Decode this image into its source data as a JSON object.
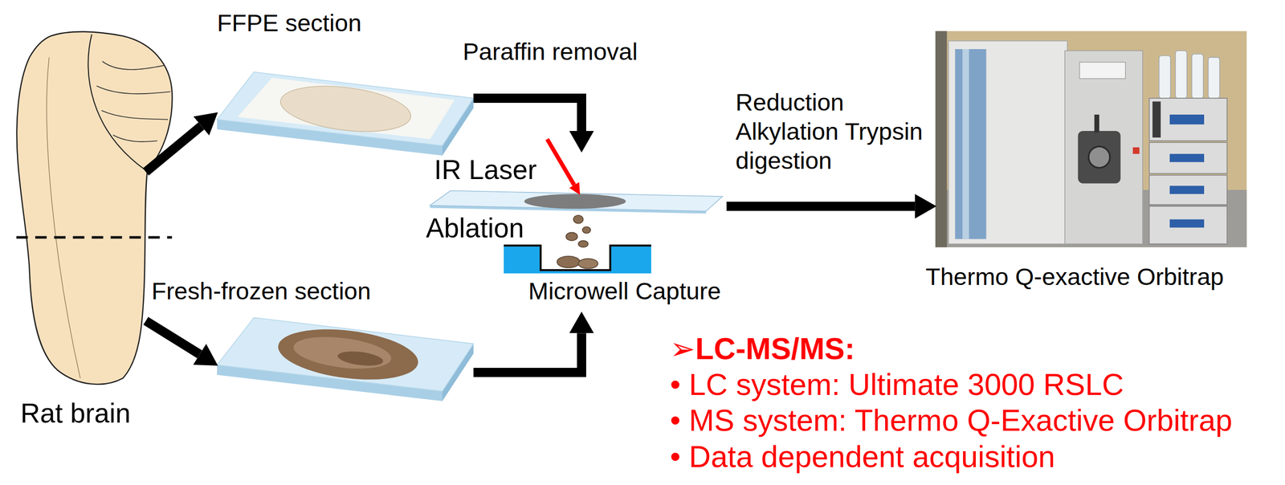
{
  "diagram": {
    "nodes": [
      {
        "text": [
          "Rat brain"
        ]
      },
      {
        "text": [
          "FFPE section"
        ]
      },
      {
        "text": [
          "Fresh-frozen section"
        ]
      },
      {
        "text": [
          "IR Laser",
          "Ablation",
          "Microwell Capture"
        ]
      },
      {
        "text": [
          "Thermo Q-exactive Orbitrap"
        ]
      }
    ],
    "edges": [
      {
        "from": 0,
        "to": 1,
        "arrow": "to"
      },
      {
        "from": 0,
        "to": 2,
        "arrow": "to"
      },
      {
        "from": 1,
        "to": 3,
        "label": "Paraffin removal",
        "arrow": "to"
      },
      {
        "from": 2,
        "to": 3,
        "arrow": "to"
      },
      {
        "from": 3,
        "to": 4,
        "label": "Reduction Alkylation Trypsin digestion",
        "arrow": "to"
      }
    ],
    "labels": [
      "➢LC-MS/MS:",
      "• LC system: Ultimate 3000 RSLC",
      "• MS system: Thermo Q-Exactive Orbitrap",
      "• Data dependent acquisition"
    ]
  }
}
